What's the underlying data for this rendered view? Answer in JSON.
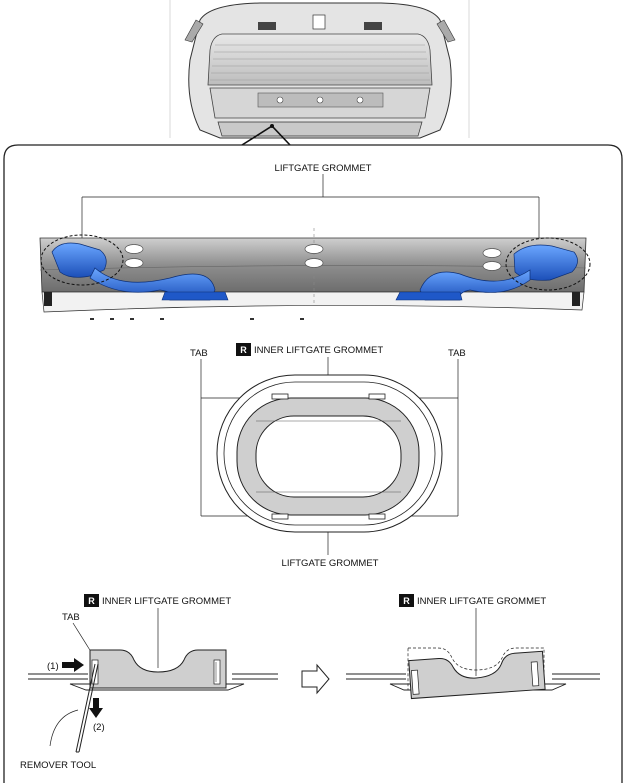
{
  "labels": {
    "liftgate_grommet_top": "LIFTGATE GROMMET",
    "tab_left": "TAB",
    "tab_right": "TAB",
    "inner_grommet_mid": "INNER LIFTGATE GROMMET",
    "liftgate_grommet_bottom": "LIFTGATE GROMMET",
    "inner_grommet_step1": "INNER LIFTGATE GROMMET",
    "inner_grommet_step2": "INNER LIFTGATE GROMMET",
    "tab_step": "TAB",
    "step1": "(1)",
    "step2": "(2)",
    "remover_tool": "REMOVER TOOL",
    "replace_badge": "R"
  },
  "colors": {
    "grommet_blue": "#2a6fd6",
    "panel_gray": "#9a9a9a",
    "part_gray": "#c8c8c8",
    "outline": "#111111"
  },
  "icons": {
    "next_step": "hollow-right-arrow-icon",
    "push_direction": "solid-arrow-icon"
  }
}
